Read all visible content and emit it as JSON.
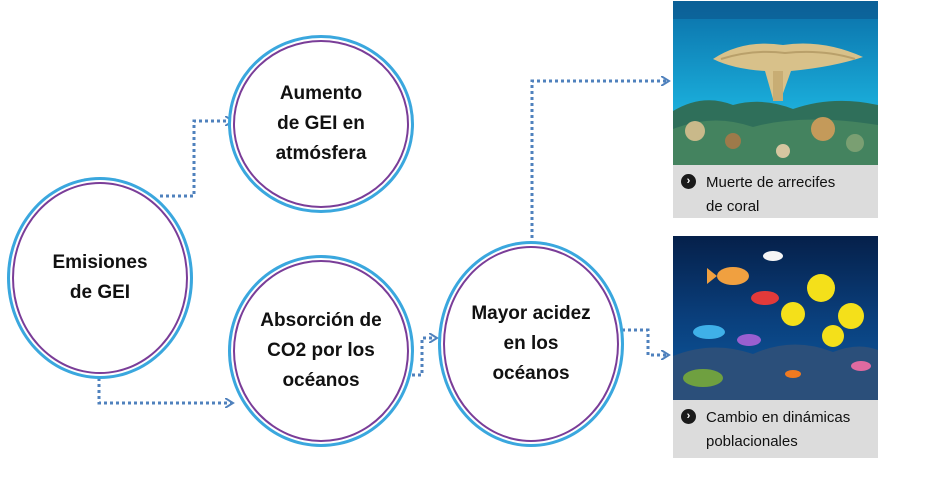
{
  "nodes": {
    "emisiones": {
      "label": "Emisiones\nde GEI"
    },
    "aumento": {
      "label": "Aumento\nde GEI en\natmósfera"
    },
    "absorcion": {
      "label": "Absorción de\nCO2 por los\nocéanos"
    },
    "acidez": {
      "label": "Mayor acidez\nen los\nocéanos"
    }
  },
  "panels": {
    "coral": {
      "caption": "Muerte de arrecifes\nde coral",
      "icon": "chevron-right-circle-icon"
    },
    "fish": {
      "caption": "Cambio en dinámicas\npoblacionales",
      "icon": "chevron-right-circle-icon"
    }
  },
  "colors": {
    "circle_outer": "#3aa7de",
    "circle_inner": "#7a3d98",
    "connector": "#4f81bd",
    "caption_bg": "#dcdcdc"
  }
}
